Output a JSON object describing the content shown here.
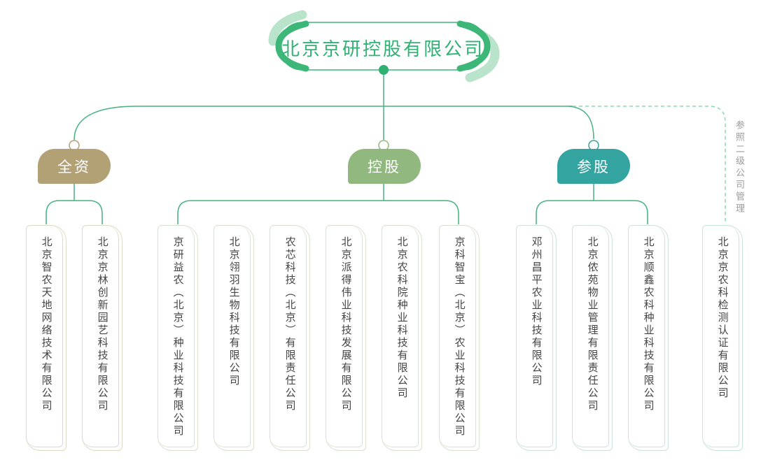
{
  "header": {
    "title": "北京京研控股有限公司"
  },
  "groups": [
    {
      "label": "全资",
      "badge_color": "#b3a176",
      "companies": [
        "北京智农天地网络技术有限公司",
        "北京京林创新园艺科技有限公司"
      ]
    },
    {
      "label": "控股",
      "badge_color": "#91b87e",
      "companies": [
        "京研益农（北京）种业科技有限公司",
        "北京翎羽生物科技有限公司",
        "农芯科技（北京）有限责任公司",
        "北京派得伟业科技发展有限公司",
        "北京农科院种业科技有限公司",
        "京科智宝（北京）农业科技有限公司"
      ]
    },
    {
      "label": "参股",
      "badge_color": "#34a4a0",
      "companies": [
        "邓州昌平农业科技有限公司",
        "北京侬苑物业管理有限责任公司",
        "北京顺鑫农科种业科技有限公司"
      ]
    }
  ],
  "annex": {
    "company": "北京京农科检测认证有限公司",
    "note": "参照二级公司管理"
  },
  "colors": {
    "line": "#47b182",
    "dashed_line": "#8ed7b0",
    "header_green": "#3db778",
    "header_accent": "#b9e3ca",
    "title_text": "#2fb273",
    "card_text": "#454545",
    "note_text": "#9b9b9b",
    "card_border_quanzi": "#ded8c6",
    "card_border_konggu": "#d8e2cf",
    "card_border_cangu": "#cde1df",
    "card_border_annex": "#c9e5d5"
  }
}
